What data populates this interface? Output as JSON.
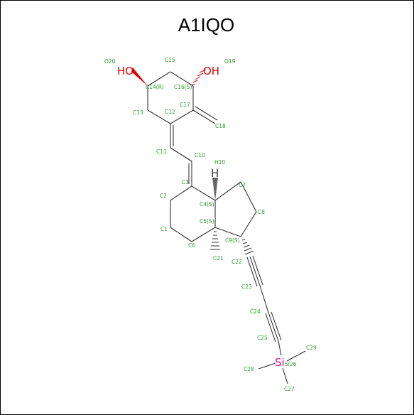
{
  "title": "A1IQO",
  "hetero_atoms": {
    "oh_left": "HO",
    "oh_right": "OH",
    "h10": "H",
    "si": "Si"
  },
  "atom_labels": {
    "o20": "O20",
    "o19": "O19",
    "c15": "C15",
    "c14": "C14(R)",
    "c16": "C16(S)",
    "c17": "C17",
    "c13": "C13",
    "c12": "C12",
    "c18": "C18",
    "c11": "C11",
    "c10": "C10",
    "h10": "H10",
    "c3": "C3",
    "c7": "C7",
    "c2": "C2",
    "c4": "C4(S)",
    "c8": "C8",
    "c5": "C5(S)",
    "c1": "C1",
    "c9": "C9(S)",
    "c6": "C6",
    "c21": "C21",
    "c22": "C22",
    "c23": "C23",
    "c24": "C24",
    "c25": "C25",
    "c29": "C29",
    "si26": "Si26",
    "c28": "C28",
    "c27": "C27"
  },
  "colors": {
    "carbon_label": "#2a9d2a",
    "oxygen": "#e00000",
    "silicon": "#d0108f"
  }
}
